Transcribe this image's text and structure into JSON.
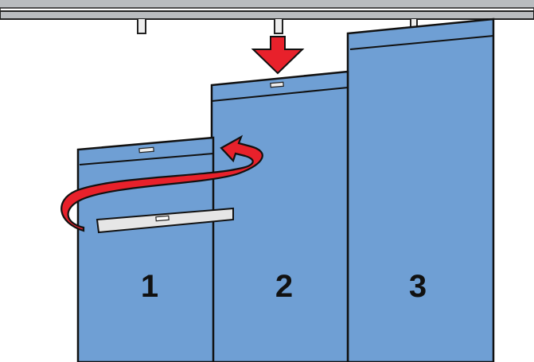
{
  "colors": {
    "panel": "#6f9fd4",
    "arrow": "#e8212b",
    "rail": "#b9bcbf",
    "weight_bar": "#e6e6e6"
  },
  "panels": [
    {
      "label": "1"
    },
    {
      "label": "2"
    },
    {
      "label": "3"
    }
  ]
}
